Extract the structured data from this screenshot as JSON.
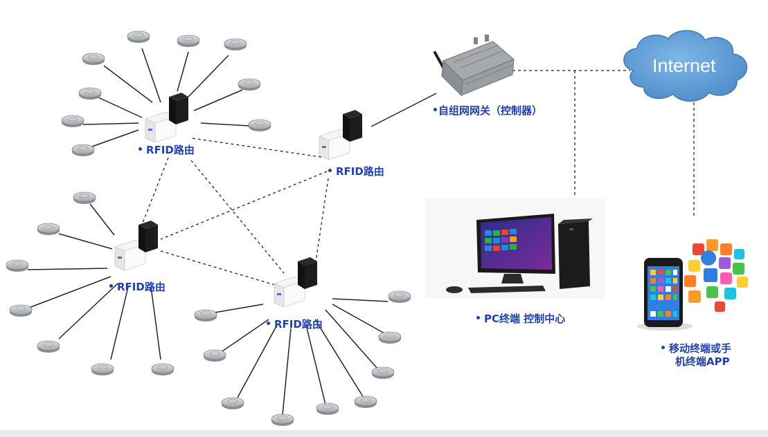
{
  "nodes": {
    "router_top_left": "RFID路由",
    "router_center": "RFID路由",
    "router_mid_left": "RFID路由",
    "router_bottom": "RFID路由",
    "gateway": "自组网网关（控制器）",
    "pc": "PC终端 控制中心",
    "mobile_line1": "移动终端或手",
    "mobile_line2": "机终端APP",
    "cloud": "Internet"
  },
  "icons": {
    "tag": "rfid-tag-icon",
    "router": "rfid-router-icon",
    "gateway": "wireless-gateway-icon",
    "pc": "desktop-computer-icon",
    "phone": "smartphone-icon",
    "cloud": "cloud-icon"
  },
  "colors": {
    "label": "#1f3fb5",
    "cloud": "#5b9bd5",
    "line": "#333333"
  }
}
